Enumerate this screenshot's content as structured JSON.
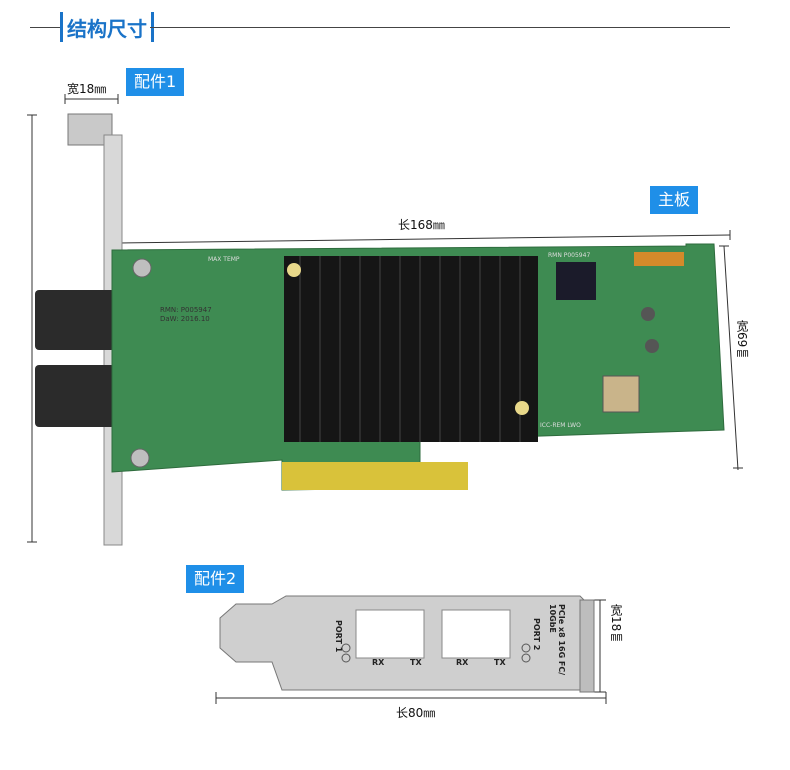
{
  "section": {
    "title": "结构尺寸"
  },
  "part1": {
    "label": "配件1",
    "width": "宽18㎜"
  },
  "main": {
    "label": "主板",
    "length": "长168㎜",
    "width": "宽69㎜"
  },
  "part2": {
    "label": "配件2",
    "length": "长80㎜",
    "width": "宽18㎜"
  },
  "bracket_labels": {
    "port1": "PORT 1",
    "port2": "PORT 2",
    "spec": "PCIe x8 16G FC/ 10GbE",
    "rx1": "RX",
    "tx1": "TX",
    "rx2": "RX",
    "tx2": "TX"
  },
  "board_text": {
    "sticker1": "RMN: P005947",
    "sticker2": "DaW: 2016.10",
    "top": "MAX TEMP",
    "rmn": "RMN P005947",
    "cert": "ICC-REM LWO"
  }
}
